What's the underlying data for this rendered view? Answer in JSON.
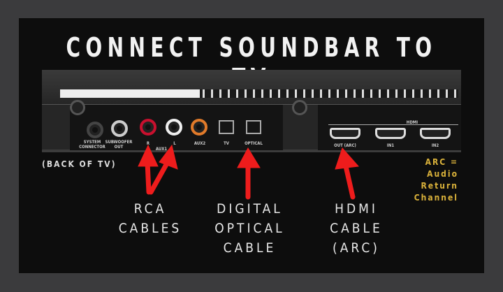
{
  "title": "CONNECT SOUNDBAR TO TV",
  "back_label": "(BACK OF TV)",
  "ports": {
    "system": "SYSTEM CONNECTOR",
    "subwoofer": "SUBWOOFER OUT",
    "r": "R",
    "aux1": "AUX1",
    "l": "L",
    "aux2": "AUX2",
    "tv": "TV",
    "optical": "OPTICAL",
    "hdmi": "HDMI",
    "out_arc": "OUT (ARC)",
    "in1": "IN1",
    "in2": "IN2"
  },
  "callouts": {
    "rca": [
      "RCA",
      "CABLES"
    ],
    "optical": [
      "DIGITAL",
      "OPTICAL",
      "CABLE"
    ],
    "hdmi": [
      "HDMI",
      "CABLE",
      "(ARC)"
    ]
  },
  "arc_note": [
    "ARC =",
    "Audio",
    "Return",
    "Channel"
  ],
  "colors": {
    "arrow": "#ee1c1c",
    "note": "#d9b13a",
    "rca_red": "#c8102e",
    "rca_white": "#eeeeee",
    "rca_orange": "#e07a2a"
  }
}
